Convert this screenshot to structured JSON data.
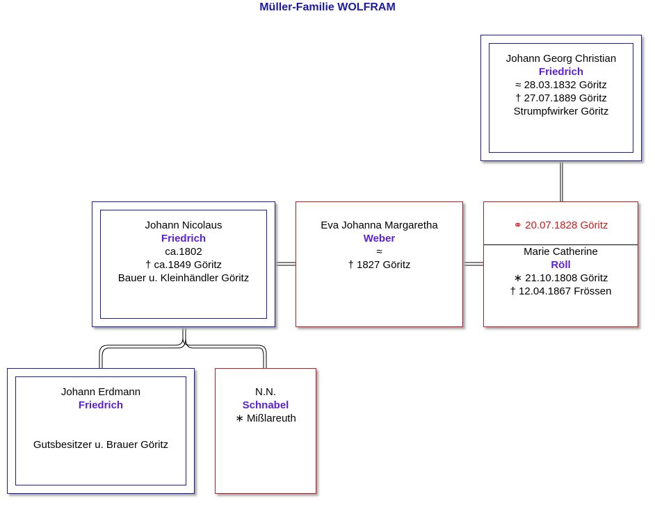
{
  "title": "Müller-Familie WOLFRAM",
  "persons": {
    "grandfather": {
      "given": "Johann Georg Christian",
      "surname": "Friedrich",
      "baptism": "≈  28.03.1832 Göritz",
      "death": "†  27.07.1889 Göritz",
      "occupation": "Strumpfwirker Göritz"
    },
    "father": {
      "given": "Johann Nicolaus",
      "surname": "Friedrich",
      "birth": "ca.1802",
      "death": "† ca.1849 Göritz",
      "occupation": "Bauer u. Kleinhändler Göritz"
    },
    "wife1": {
      "given": "Eva Johanna Margaretha",
      "surname": "Weber",
      "baptism": "≈",
      "death": "†  1827 Göritz"
    },
    "wife2": {
      "marriage": "⚭  20.07.1828 Göritz",
      "given": "Marie Catherine",
      "surname": "Röll",
      "birth": "∗  21.10.1808 Göritz",
      "death": "†  12.04.1867 Frössen"
    },
    "son": {
      "given": "Johann Erdmann",
      "surname": "Friedrich",
      "occupation": "Gutsbesitzer u. Brauer Göritz"
    },
    "son_spouse": {
      "given": "N.N.",
      "surname": "Schnabel",
      "birth": "∗ Mißlareuth"
    }
  },
  "colors": {
    "male_border": "#1a1aa6",
    "female_border": "#c41c1c",
    "surname": "#5a1fd6",
    "marriage": "#d21818",
    "title": "#1a1aa6"
  }
}
